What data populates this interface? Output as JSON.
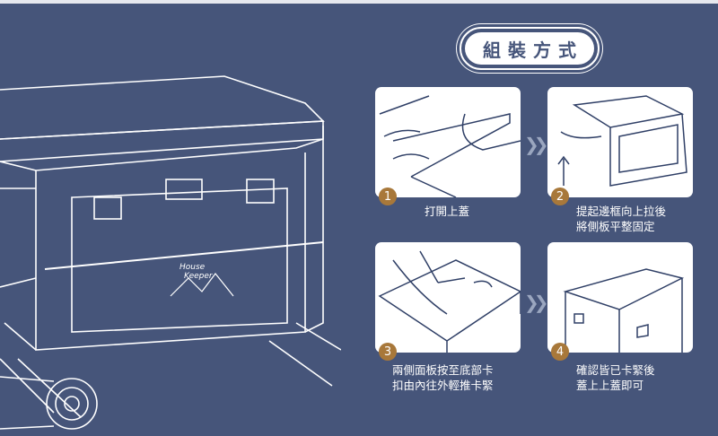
{
  "title": "組裝方式",
  "brand": "House Keeper",
  "steps": [
    {
      "number": "1",
      "lines": [
        "打開上蓋"
      ]
    },
    {
      "number": "2",
      "lines": [
        "提起邊框向上拉後",
        "將側板平整固定"
      ]
    },
    {
      "number": "3",
      "lines": [
        "兩側面板按至底部卡",
        "扣由內往外輕推卡緊"
      ]
    },
    {
      "number": "4",
      "lines": [
        "確認皆已卡緊後",
        "蓋上上蓋即可"
      ]
    }
  ],
  "colors": {
    "background": "#46557a",
    "badge": "#a8783a",
    "accent": "#ffffff"
  }
}
